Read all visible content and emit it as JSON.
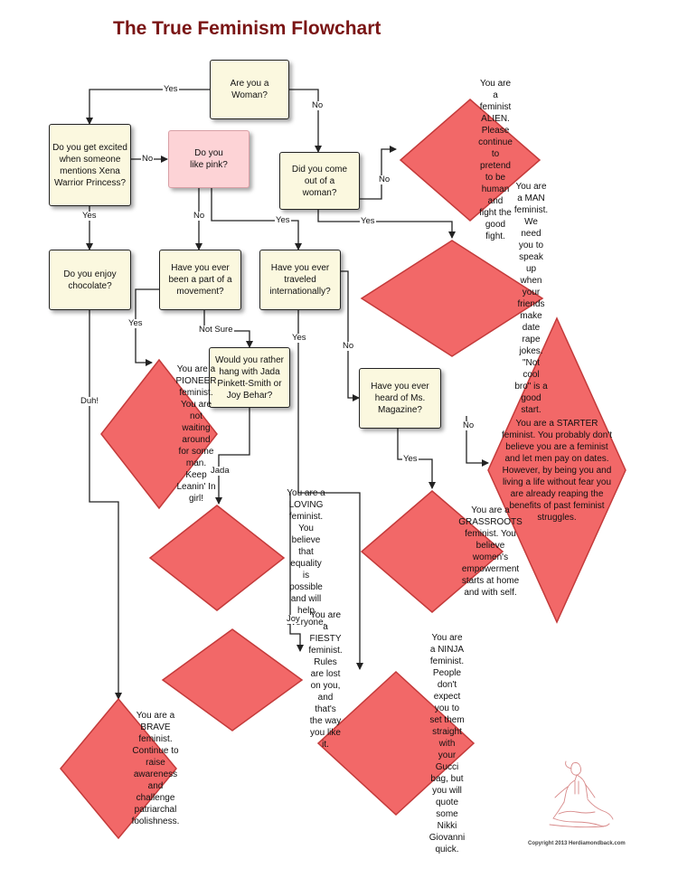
{
  "title": "The True Feminism Flowchart",
  "copyright": "Copyright 2013 Herdiamondback.com",
  "colors": {
    "title": "#7a1515",
    "question_fill": "#fbf8df",
    "pink_question_fill": "#fdd3d6",
    "result_fill": "#f26868",
    "result_stroke": "#c43a3a",
    "line": "#222222"
  },
  "questions": {
    "woman": "Are you a Woman?",
    "xena": "Do you get excited when someone mentions Xena Warrior Princess?",
    "pink": "Do you like pink?",
    "came_out": "Did you come out of a woman?",
    "chocolate": "Do you enjoy chocolate?",
    "movement": "Have you ever been a part of a movement?",
    "traveled": "Have you ever traveled internationally?",
    "hang": "Would you rather hang with Jada Pinkett-Smith or Joy Behar?",
    "ms_magazine": "Have you ever heard of Ms. Magazine?"
  },
  "results": {
    "alien": "You are a feminist ALIEN. Please continue to pretend to be human and fight the good fight.",
    "man": "You are a MAN feminist. We need you to speak up when your friends make date rape jokes. \"Not cool bro\" is a good start.",
    "pioneer": "You are a PIONEER feminist. You are not waiting around for some man. Keep Leanin' In girl!",
    "starter": "You are a STARTER feminist. You probably don't believe you are a feminist and let men pay on dates. However, by being you and living a life without fear you are already reaping the benefits of past feminist struggles.",
    "loving": "You are a LOVING feminist. You believe that equality is possible and will help everyone.",
    "grassroots": "You are a GRASSROOTS feminist. You believe women's empowerment starts at home and with self.",
    "fiesty": "You are a FIESTY feminist. Rules are lost on you, and that's the way you like it.",
    "ninja": "You are a NINJA feminist. People don't expect you to set them straight with your Gucci bag, but you will quote some Nikki Giovanni quick.",
    "brave": "You are a BRAVE feminist. Continue to raise awareness and challenge patriarchal foolishness."
  },
  "edge_labels": {
    "woman_yes": "Yes",
    "woman_no": "No",
    "xena_no": "No",
    "xena_yes": "Yes",
    "came_out_no": "No",
    "came_out_yes": "Yes",
    "pink_no": "No",
    "pink_yes": "Yes",
    "movement_yes": "Yes",
    "movement_not_sure": "Not Sure",
    "traveled_yes": "Yes",
    "traveled_no": "No",
    "chocolate_duh": "Duh!",
    "hang_jada": "Jada",
    "hang_joy": "Joy",
    "ms_no": "No",
    "ms_yes": "Yes"
  }
}
